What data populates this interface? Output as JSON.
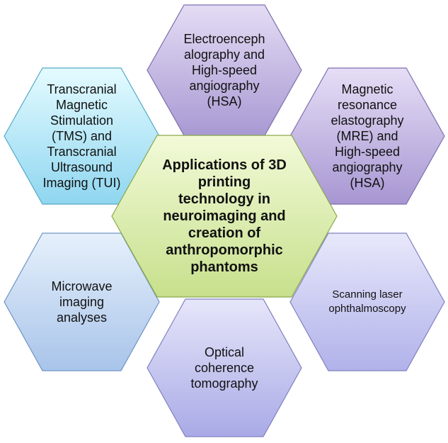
{
  "center": {
    "label": "Applications of 3D\nprinting\ntechnology in\nneuroimaging and\ncreation of\nanthropomorphic\nphantoms",
    "fill_top": "#f2fad8",
    "fill_bottom": "#c7e08c",
    "stroke": "#8aa84e"
  },
  "hexagons": [
    {
      "id": "eeg-hsa",
      "label": "Electroenceph\nalography and\nHigh-speed\nangiography\n(HSA)",
      "fill_top": "#e4dcf4",
      "fill_bottom": "#a999d3",
      "stroke": "#7d70ad"
    },
    {
      "id": "tms-tui",
      "label": "Transcranial\nMagnetic\nStimulation\n(TMS) and\nTranscranial\nUltrasound\nImaging (TUI)",
      "fill_top": "#e4fbff",
      "fill_bottom": "#8fd6f0",
      "stroke": "#57a9c6"
    },
    {
      "id": "mre-hsa",
      "label": "Magnetic\nresonance\nelastography\n(MRE) and\nHigh-speed\nangiography\n(HSA)",
      "fill_top": "#e6def6",
      "fill_bottom": "#a796d2",
      "stroke": "#7d70ad"
    },
    {
      "id": "microwave",
      "label": "Microwave\nimaging\nanalyses",
      "fill_top": "#e6f0fb",
      "fill_bottom": "#a8c4ea",
      "stroke": "#6f93c3"
    },
    {
      "id": "slo",
      "label": "Scanning laser\nophthalmoscopy",
      "fill_top": "#e8e8fb",
      "fill_bottom": "#b1b2ea",
      "stroke": "#7f80bf"
    },
    {
      "id": "oct",
      "label": "Optical\ncoherence\ntomography",
      "fill_top": "#e6e6fa",
      "fill_bottom": "#a9aae6",
      "stroke": "#7f80bf"
    }
  ]
}
